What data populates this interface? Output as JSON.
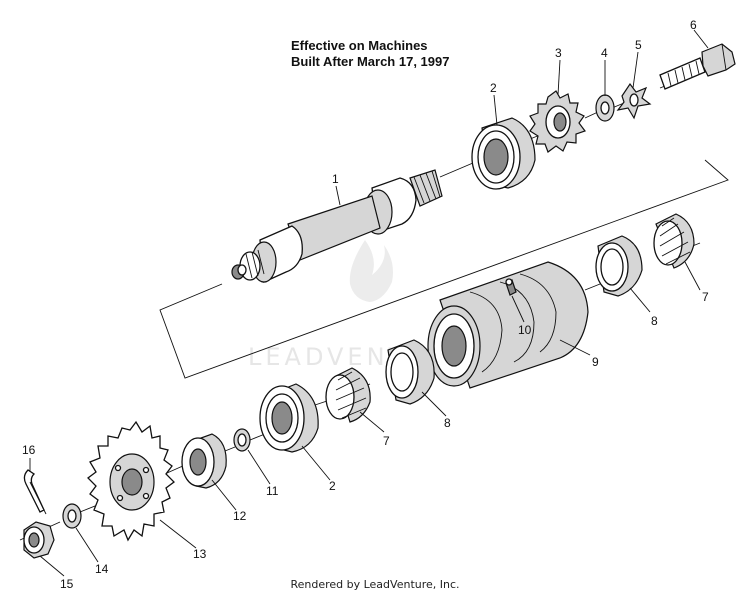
{
  "header": {
    "line1": "Effective on Machines",
    "line2": "Built After March 17, 1997"
  },
  "footer": "Rendered by LeadVenture, Inc.",
  "watermark": "LEADVENTURE",
  "callouts": [
    "1",
    "2",
    "3",
    "4",
    "5",
    "6",
    "7",
    "8",
    "9",
    "10",
    "7",
    "8",
    "2",
    "11",
    "12",
    "13",
    "14",
    "15",
    "16"
  ]
}
